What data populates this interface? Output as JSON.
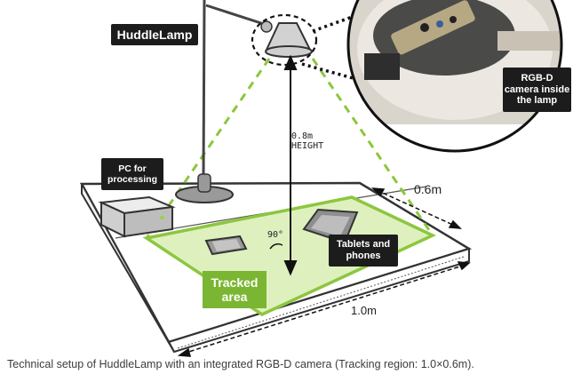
{
  "labels": {
    "title": "HuddleLamp",
    "pc": "PC for\nprocessing",
    "camera": "RGB-D\ncamera inside\nthe lamp",
    "tracked": "Tracked\narea",
    "devices": "Tablets and\nphones",
    "height": "0.8m\nHEIGHT",
    "angle": "90°",
    "depth": "0.6m",
    "width": "1.0m"
  },
  "caption": "Technical setup of HuddleLamp with an integrated RGB-D camera (Tracking region: 1.0×0.6m).",
  "colors": {
    "tracked_fill": "#dff0bf",
    "tracked_border": "#8dc63f",
    "cone": "#8dc63f",
    "label_bg": "#1c1c1c",
    "tracked_label_bg": "#7ab632"
  }
}
